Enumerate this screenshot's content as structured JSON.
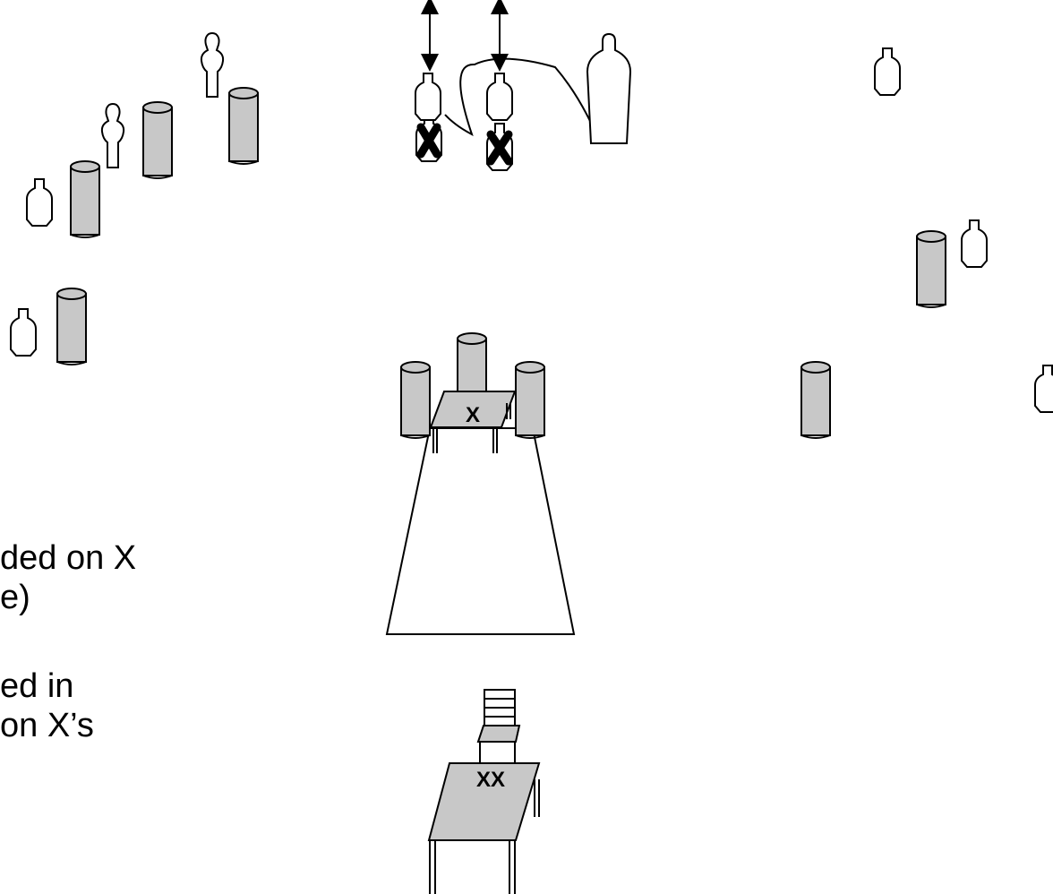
{
  "colors": {
    "barrel_fill": "#c8c8c8",
    "table_fill": "#c8c8c8",
    "outline": "#000000",
    "background": "#ffffff"
  },
  "labels": {
    "table_mark": "X",
    "start_table_mark": "XX"
  },
  "notes": {
    "line1": "ded on X",
    "line2": "e)",
    "line3": "ed in",
    "line4": "on X’s"
  },
  "elements": {
    "targets": [
      "paper-target",
      "paper-target",
      "paper-target",
      "paper-target",
      "paper-target",
      "paper-target",
      "paper-target",
      "paper-target"
    ],
    "no_shoot_targets": [
      "no-shoot-target",
      "no-shoot-target"
    ],
    "barrels": [
      "barrel",
      "barrel",
      "barrel",
      "barrel",
      "barrel",
      "barrel",
      "barrel",
      "barrel",
      "barrel"
    ],
    "mover": [
      "swinger-target"
    ]
  }
}
